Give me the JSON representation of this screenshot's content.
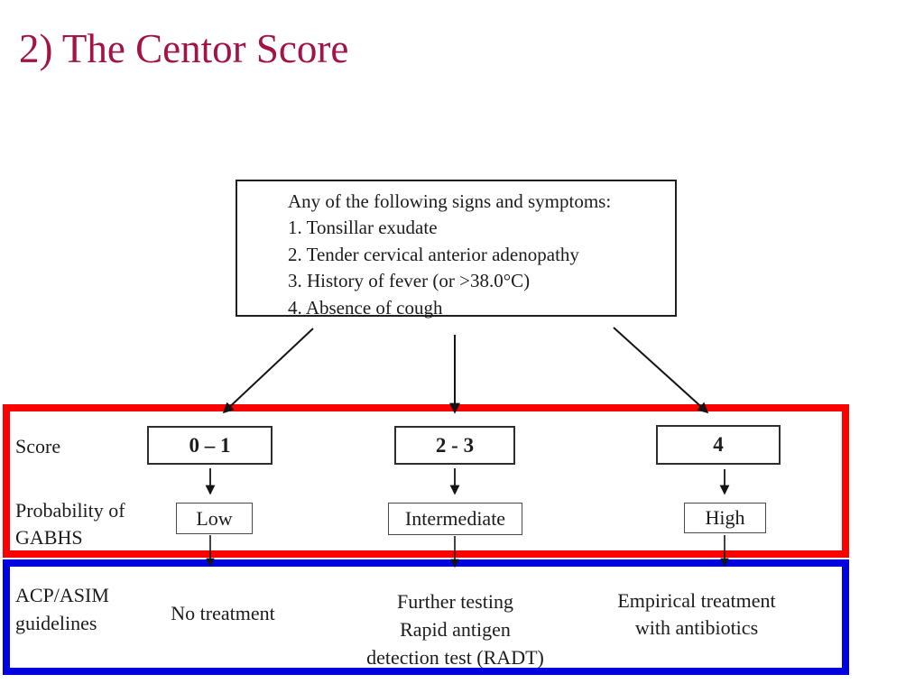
{
  "slide": {
    "title": "2) The Centor Score"
  },
  "criteria_box": {
    "header": "Any of the following signs and symptoms:",
    "items": [
      "1. Tonsillar exudate",
      "2. Tender cervical anterior adenopathy",
      "3. History of fever (or >38.0°C)",
      "4. Absence of cough"
    ]
  },
  "score_panel": {
    "score_label": "Score",
    "probability_label_line1": "Probability of",
    "probability_label_line2": "GABHS",
    "columns": [
      {
        "score": "0 – 1",
        "probability": "Low"
      },
      {
        "score": "2 - 3",
        "probability": "Intermediate"
      },
      {
        "score": "4",
        "probability": "High"
      }
    ]
  },
  "guidelines_panel": {
    "label_line1": "ACP/ASIM",
    "label_line2": "guidelines",
    "recommendations": [
      {
        "lines": [
          "No treatment"
        ]
      },
      {
        "lines": [
          "Further testing",
          "Rapid antigen",
          "detection test (RADT)"
        ]
      },
      {
        "lines": [
          "Empirical treatment",
          "with antibiotics"
        ]
      }
    ]
  },
  "colors": {
    "title_text": "#a21447",
    "score_panel_border": "#fa0200",
    "guidelines_panel_border": "#0202df",
    "body_text": "#1c1c1c",
    "arrow": "#141414"
  }
}
